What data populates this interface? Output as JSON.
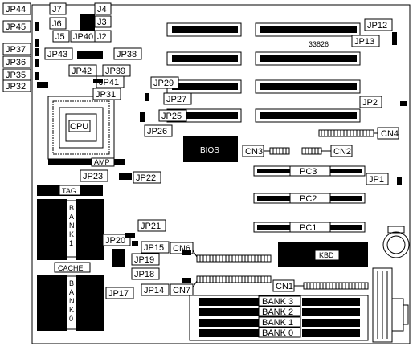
{
  "board_number": "33826",
  "colors": {
    "ink": "#000000",
    "paper": "#ffffff",
    "gray": "#c8c8c8"
  },
  "labels": {
    "cpu": "CPU",
    "amp": "AMP",
    "bios": "BIOS",
    "kbd": "KBD",
    "tag": "TAG",
    "cache": "CACHE",
    "bank1_vertical": "BANK1",
    "bank0_vertical": "BANK0",
    "pc3": "PC3",
    "pc2": "PC2",
    "pc1": "PC1",
    "cn1": "CN1",
    "cn2": "CN2",
    "cn3": "CN3",
    "cn4": "CN4",
    "cn6": "CN6",
    "cn7": "CN7",
    "simm_banks": [
      "BANK 3",
      "BANK 2",
      "BANK 1",
      "BANK 0"
    ],
    "j2": "J2",
    "j3": "J3",
    "j4": "J4",
    "j5": "J5",
    "j6": "J6",
    "j7": "J7",
    "jp1": "JP1",
    "jp2": "JP2",
    "jp12": "JP12",
    "jp13": "JP13",
    "jp14": "JP14",
    "jp15": "JP15",
    "jp17": "JP17",
    "jp18": "JP18",
    "jp19": "JP19",
    "jp20": "JP20",
    "jp21": "JP21",
    "jp22": "JP22",
    "jp23": "JP23",
    "jp25": "JP25",
    "jp26": "JP26",
    "jp27": "JP27",
    "jp29": "JP29",
    "jp31": "JP31",
    "jp32": "JP32",
    "jp35": "JP35",
    "jp36": "JP36",
    "jp37": "JP37",
    "jp38": "JP38",
    "jp39": "JP39",
    "jp40": "JP40",
    "jp41": "JP41",
    "jp42": "JP42",
    "jp43": "JP43",
    "jp44": "JP44",
    "jp45": "JP45"
  }
}
